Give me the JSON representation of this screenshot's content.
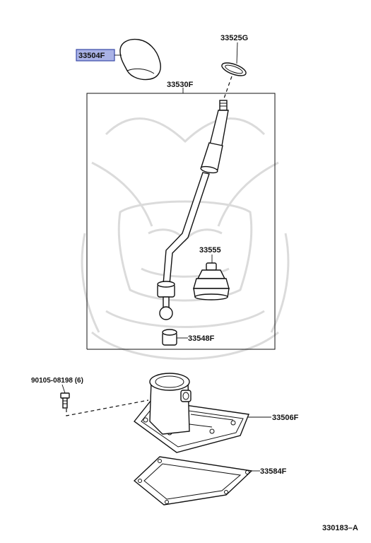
{
  "diagram": {
    "parts": [
      {
        "code": "33504F",
        "highlighted": true
      },
      {
        "code": "33525G"
      },
      {
        "code": "33530F"
      },
      {
        "code": "33555"
      },
      {
        "code": "33548F"
      },
      {
        "code": "90105-08198 (6)"
      },
      {
        "code": "33506F"
      },
      {
        "code": "33584F"
      }
    ],
    "figure_id": "330183–A",
    "colors": {
      "highlight_fill": "#a9b2e6",
      "highlight_border": "#3a4aa8",
      "line": "#111111",
      "watermark": "#d8d8d8"
    }
  }
}
